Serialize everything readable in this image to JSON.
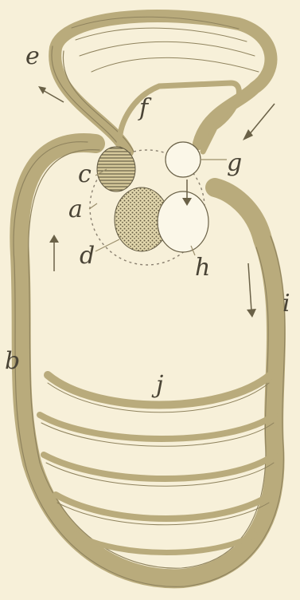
{
  "diagram": {
    "labels": {
      "a": "a",
      "b": "b",
      "c": "c",
      "d": "d",
      "e": "e",
      "f": "f",
      "g": "g",
      "h": "h",
      "i": "i",
      "j": "j"
    },
    "colors": {
      "background": "#f7f0d9",
      "vessel": "#b9ab7c",
      "ink": "#4a4436"
    }
  }
}
